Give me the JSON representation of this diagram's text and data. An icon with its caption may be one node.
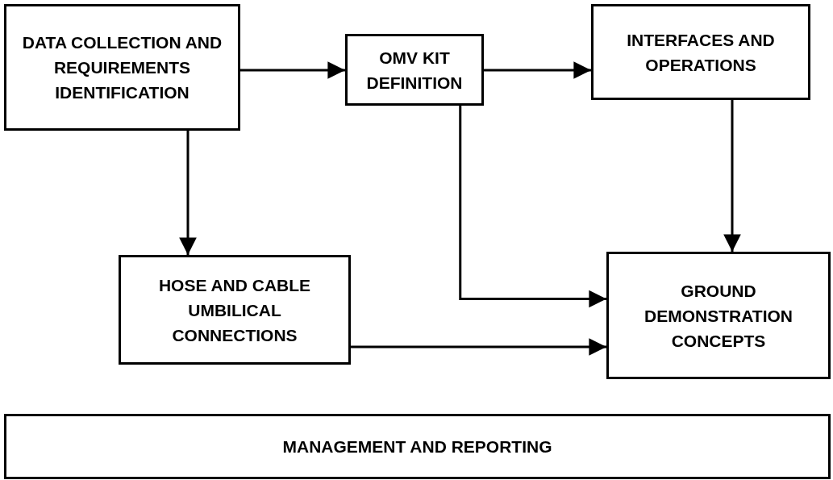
{
  "diagram": {
    "nodes": [
      {
        "text": [
          "DATA COLLECTION AND REQUIREMENTS IDENTIFICATION"
        ]
      },
      {
        "text": [
          "OMV KIT DEFINITION"
        ]
      },
      {
        "text": [
          "INTERFACES AND OPERATIONS"
        ]
      },
      {
        "text": [
          "HOSE AND CABLE UMBILICAL CONNECTIONS"
        ]
      },
      {
        "text": [
          "GROUND DEMONSTRATION CONCEPTS"
        ]
      },
      {
        "text": [
          "MANAGEMENT AND REPORTING"
        ]
      }
    ],
    "edges": [
      {
        "from": 0,
        "to": 1,
        "arrow": "to"
      },
      {
        "from": 1,
        "to": 2,
        "arrow": "to"
      },
      {
        "from": 0,
        "to": 3,
        "arrow": "to"
      },
      {
        "from": 2,
        "to": 4,
        "arrow": "to"
      },
      {
        "from": 1,
        "to": 4,
        "arrow": "to"
      },
      {
        "from": 3,
        "to": 4,
        "arrow": "to"
      }
    ]
  }
}
